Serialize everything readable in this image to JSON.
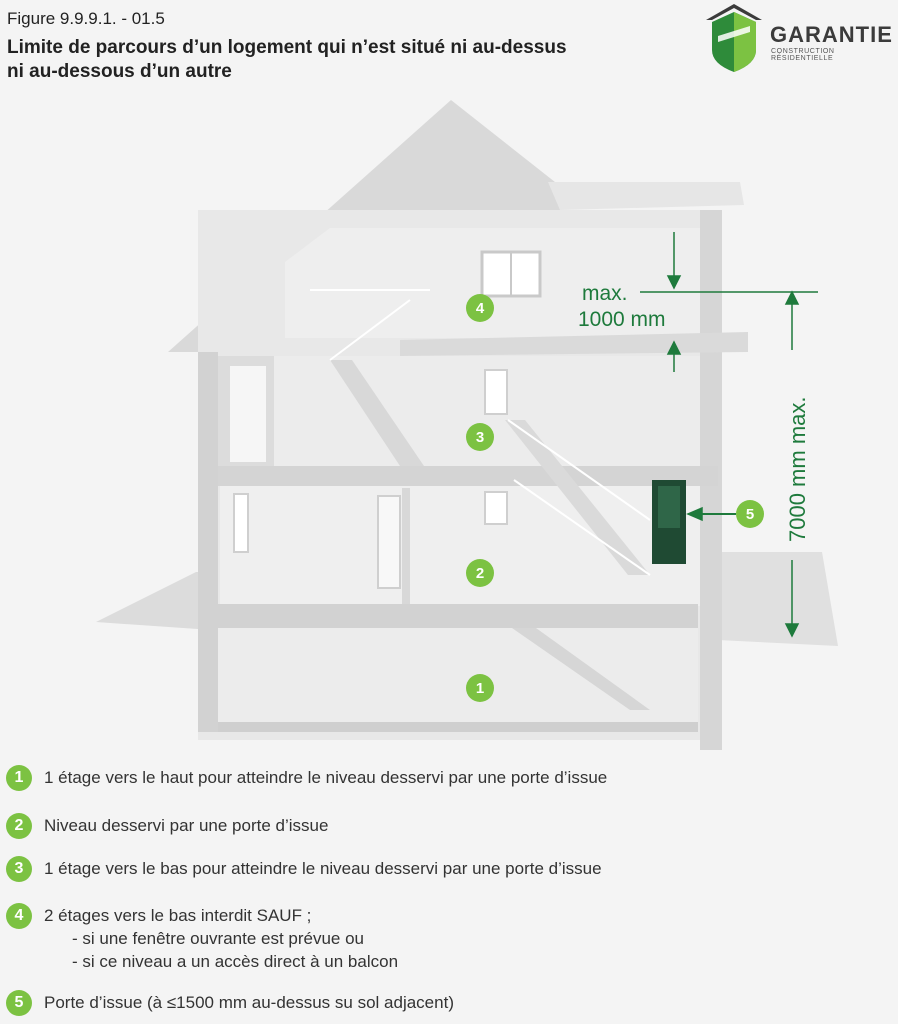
{
  "figure": {
    "label": "Figure 9.9.9.1. - 01.5",
    "title": "Limite de parcours d’un logement qui n’est situé ni au-dessus ni au-dessous d’un autre"
  },
  "logo": {
    "name": "GARANTIE",
    "subtitle": "CONSTRUCTION RÉSIDENTIELLE"
  },
  "colors": {
    "accent_green": "#7cc242",
    "dimension_green": "#1e7a3c",
    "door_green": "#1f4a33"
  },
  "diagram": {
    "markers": [
      "1",
      "2",
      "3",
      "4",
      "5"
    ],
    "dim_small_line1": "max.",
    "dim_small_line2": "1000 mm",
    "dim_large": "7000 mm max."
  },
  "legend": [
    {
      "num": "1",
      "text": "1 étage vers le haut pour atteindre le niveau desservi par une porte d’issue"
    },
    {
      "num": "2",
      "text": "Niveau desservi par une porte d’issue"
    },
    {
      "num": "3",
      "text": "1 étage vers le bas pour atteindre le niveau desservi par une porte d’issue"
    },
    {
      "num": "4",
      "text": "2 étages vers le bas interdit SAUF ;",
      "subs": [
        "- si une fenêtre ouvrante est prévue ou",
        "- si ce niveau a un accès direct à un balcon"
      ]
    },
    {
      "num": "5",
      "text": "Porte d’issue (à ≤1500 mm au-dessus su sol adjacent)"
    }
  ]
}
